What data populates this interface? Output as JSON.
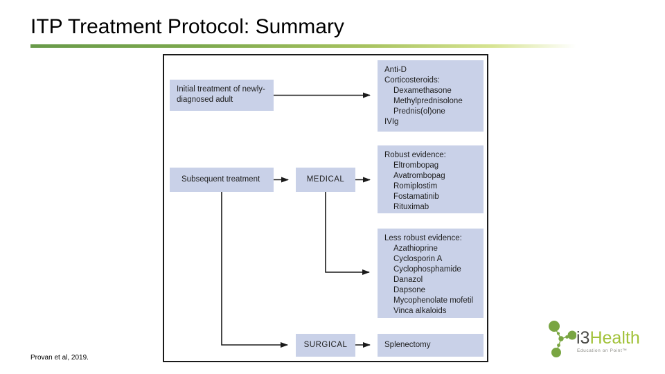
{
  "slide": {
    "title": "ITP Treatment Protocol: Summary",
    "citation": "Provan et al, 2019.",
    "background_color": "#ffffff",
    "accent_gradient": [
      "#689a49",
      "#a8c360",
      "#d7e492"
    ]
  },
  "diagram": {
    "node_fill_color": "#c9d1e8",
    "line_color": "#1a1a1a",
    "initial": {
      "lines": [
        {
          "text": "Initial treatment of newly-"
        },
        {
          "text": "diagnosed adult"
        }
      ]
    },
    "first_line": {
      "lines": [
        {
          "text": "Anti-D"
        },
        {
          "text": "Corticosteroids:"
        },
        {
          "text": "Dexamethasone",
          "indent": true
        },
        {
          "text": "Methylprednisolone",
          "indent": true
        },
        {
          "text": "Prednis(ol)one",
          "indent": true
        },
        {
          "text": "IVIg"
        }
      ]
    },
    "subsequent": {
      "label": "Subsequent treatment"
    },
    "medical": {
      "label": "MEDICAL"
    },
    "robust": {
      "lines": [
        {
          "text": "Robust evidence:"
        },
        {
          "text": "Eltrombopag",
          "indent": true
        },
        {
          "text": "Avatrombopag",
          "indent": true
        },
        {
          "text": "Romiplostim",
          "indent": true
        },
        {
          "text": "Fostamatinib",
          "indent": true
        },
        {
          "text": "Rituximab",
          "indent": true
        }
      ]
    },
    "less_robust": {
      "lines": [
        {
          "text": "Less robust evidence:"
        },
        {
          "text": "Azathioprine",
          "indent": true
        },
        {
          "text": "Cyclosporin A",
          "indent": true
        },
        {
          "text": "Cyclophosphamide",
          "indent": true
        },
        {
          "text": "Danazol",
          "indent": true
        },
        {
          "text": "Dapsone",
          "indent": true
        },
        {
          "text": "Mycophenolate mofetil",
          "indent": true
        },
        {
          "text": "Vinca alkaloids",
          "indent": true
        }
      ]
    },
    "surgical": {
      "label": "SURGICAL"
    },
    "splenectomy": {
      "label": "Splenectomy"
    }
  },
  "logo": {
    "brand_prefix": "i3",
    "brand_suffix": "Health",
    "tagline": "Education on Point™",
    "green_color": "#a2c23a",
    "dark_color": "#4a4a46"
  }
}
